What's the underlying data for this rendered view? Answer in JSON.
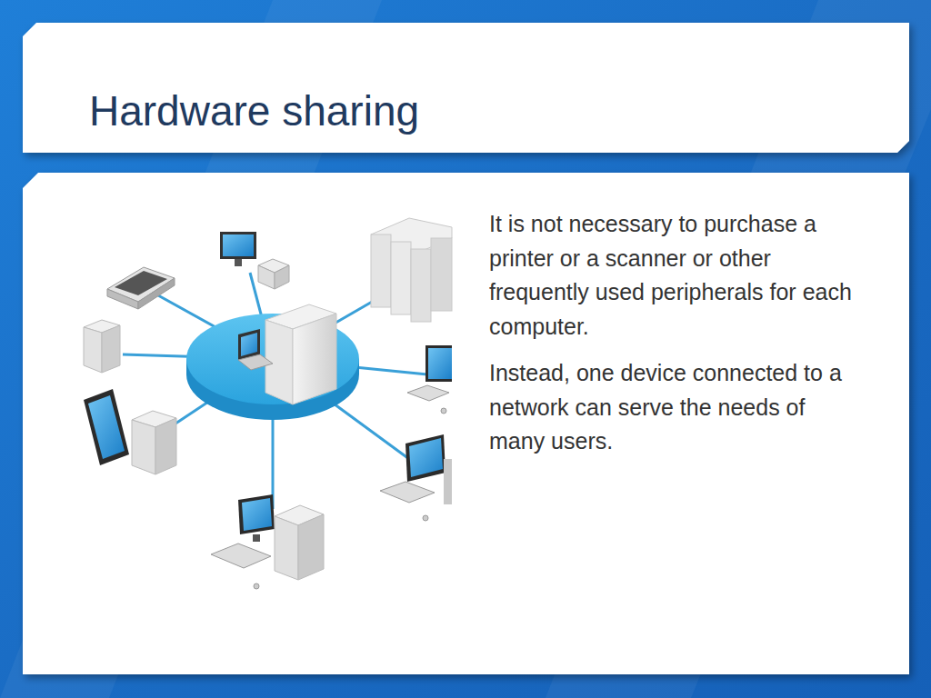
{
  "diagram": {
    "title": "Hardware sharing",
    "labels": [
      "It is not necessary to purchase a printer or a scanner or other frequently used peripherals for each computer.",
      "Instead, one device connected to a network can serve the needs of many users."
    ]
  }
}
